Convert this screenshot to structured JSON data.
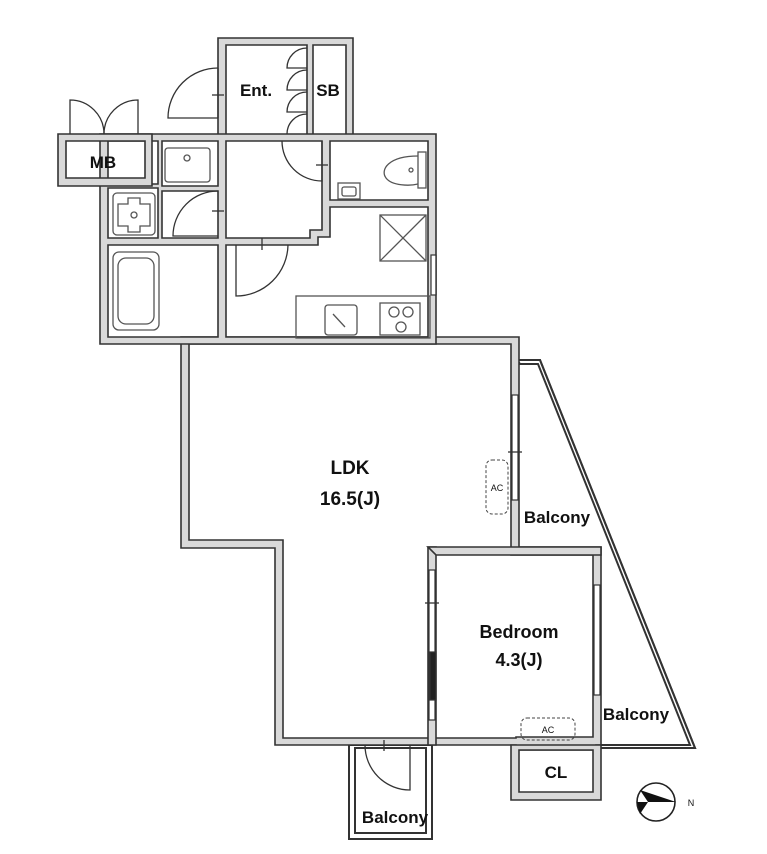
{
  "rooms": {
    "ldk": {
      "name": "LDK",
      "size": "16.5(J)"
    },
    "bedroom": {
      "name": "Bedroom",
      "size": "4.3(J)"
    },
    "entrance": "Ent.",
    "shoe_box": "SB",
    "meter_box": "MB",
    "closet": "CL"
  },
  "balconies": {
    "east_upper": "Balcony",
    "east_lower": "Balcony",
    "south": "Balcony"
  },
  "ac_units": {
    "ldk": "AC",
    "bedroom": "AC"
  },
  "compass": {
    "label": "N"
  },
  "colors": {
    "wall_outline": "#333333",
    "wall_fill": "#d9d9d9",
    "fixture": "#555555"
  }
}
